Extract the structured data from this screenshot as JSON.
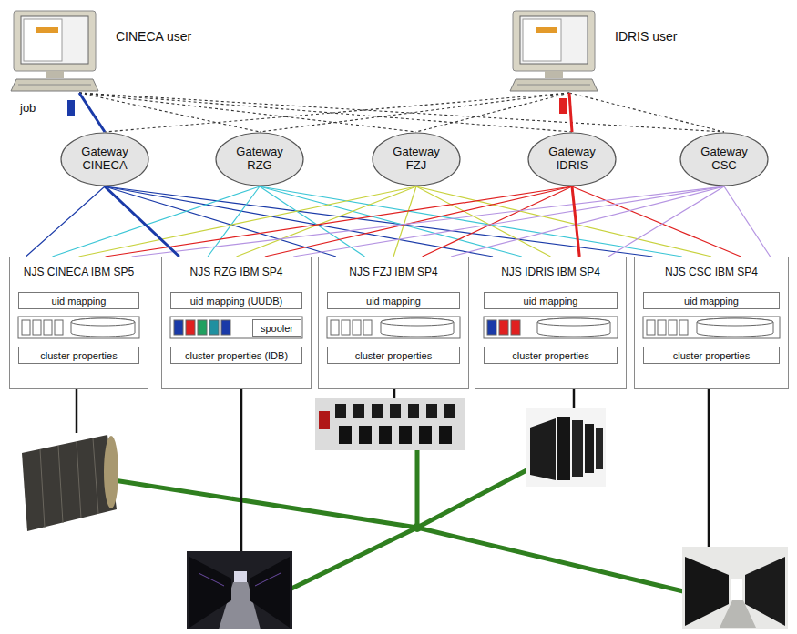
{
  "diagram": {
    "nodes": [
      {
        "text": [
          "CINECA user"
        ]
      },
      {
        "text": [
          "IDRIS user"
        ]
      },
      {
        "text": [
          "Gateway CINECA"
        ]
      },
      {
        "text": [
          "Gateway RZG"
        ]
      },
      {
        "text": [
          "Gateway FZJ"
        ]
      },
      {
        "text": [
          "Gateway IDRIS"
        ]
      },
      {
        "text": [
          "Gateway CSC"
        ]
      },
      {
        "text": [
          "NJS CINECA IBM SP5"
        ]
      },
      {
        "text": [
          "uid mapping"
        ],
        "in": 7
      },
      {
        "text": [
          "cluster properties"
        ],
        "in": 7
      },
      {
        "text": [
          "NJS RZG IBM SP4"
        ]
      },
      {
        "text": [
          "uid mapping (UUDB)"
        ],
        "in": 10
      },
      {
        "text": [
          "spooler"
        ],
        "in": 10
      },
      {
        "text": [
          "cluster properties (IDB)"
        ],
        "in": 10
      },
      {
        "text": [
          "NJS FZJ IBM SP4"
        ]
      },
      {
        "text": [
          "uid mapping"
        ],
        "in": 14
      },
      {
        "text": [
          "cluster properties"
        ],
        "in": 14
      },
      {
        "text": [
          "NJS IDRIS IBM SP4"
        ]
      },
      {
        "text": [
          "uid mapping"
        ],
        "in": 17
      },
      {
        "text": [
          "cluster properties"
        ],
        "in": 17
      },
      {
        "text": [
          "NJS CSC IBM SP4"
        ]
      },
      {
        "text": [
          "uid mapping"
        ],
        "in": 20
      },
      {
        "text": [
          "cluster properties"
        ],
        "in": 20
      }
    ],
    "edges": [
      {
        "from": 0,
        "to": 2,
        "arrow": "none"
      },
      {
        "from": 0,
        "to": 3,
        "arrow": "none"
      },
      {
        "from": 0,
        "to": 4,
        "arrow": "none"
      },
      {
        "from": 0,
        "to": 5,
        "arrow": "none"
      },
      {
        "from": 0,
        "to": 6,
        "arrow": "none"
      },
      {
        "from": 1,
        "to": 2,
        "arrow": "none"
      },
      {
        "from": 1,
        "to": 3,
        "arrow": "none"
      },
      {
        "from": 1,
        "to": 4,
        "arrow": "none"
      },
      {
        "from": 1,
        "to": 5,
        "arrow": "none"
      },
      {
        "from": 1,
        "to": 6,
        "arrow": "none"
      },
      {
        "from": 2,
        "to": 7,
        "arrow": "none"
      },
      {
        "from": 2,
        "to": 10,
        "arrow": "none"
      },
      {
        "from": 2,
        "to": 14,
        "arrow": "none"
      },
      {
        "from": 2,
        "to": 17,
        "arrow": "none"
      },
      {
        "from": 2,
        "to": 20,
        "arrow": "none"
      },
      {
        "from": 3,
        "to": 7,
        "arrow": "none"
      },
      {
        "from": 3,
        "to": 10,
        "arrow": "none"
      },
      {
        "from": 3,
        "to": 14,
        "arrow": "none"
      },
      {
        "from": 3,
        "to": 17,
        "arrow": "none"
      },
      {
        "from": 3,
        "to": 20,
        "arrow": "none"
      },
      {
        "from": 4,
        "to": 7,
        "arrow": "none"
      },
      {
        "from": 4,
        "to": 10,
        "arrow": "none"
      },
      {
        "from": 4,
        "to": 14,
        "arrow": "none"
      },
      {
        "from": 4,
        "to": 17,
        "arrow": "none"
      },
      {
        "from": 4,
        "to": 20,
        "arrow": "none"
      },
      {
        "from": 5,
        "to": 7,
        "arrow": "none"
      },
      {
        "from": 5,
        "to": 10,
        "arrow": "none"
      },
      {
        "from": 5,
        "to": 14,
        "arrow": "none"
      },
      {
        "from": 5,
        "to": 17,
        "arrow": "none"
      },
      {
        "from": 5,
        "to": 20,
        "arrow": "none"
      },
      {
        "from": 6,
        "to": 7,
        "arrow": "none"
      },
      {
        "from": 6,
        "to": 10,
        "arrow": "none"
      },
      {
        "from": 6,
        "to": 14,
        "arrow": "none"
      },
      {
        "from": 6,
        "to": 17,
        "arrow": "none"
      },
      {
        "from": 6,
        "to": 20,
        "arrow": "none"
      }
    ],
    "labels": [
      "job"
    ]
  }
}
